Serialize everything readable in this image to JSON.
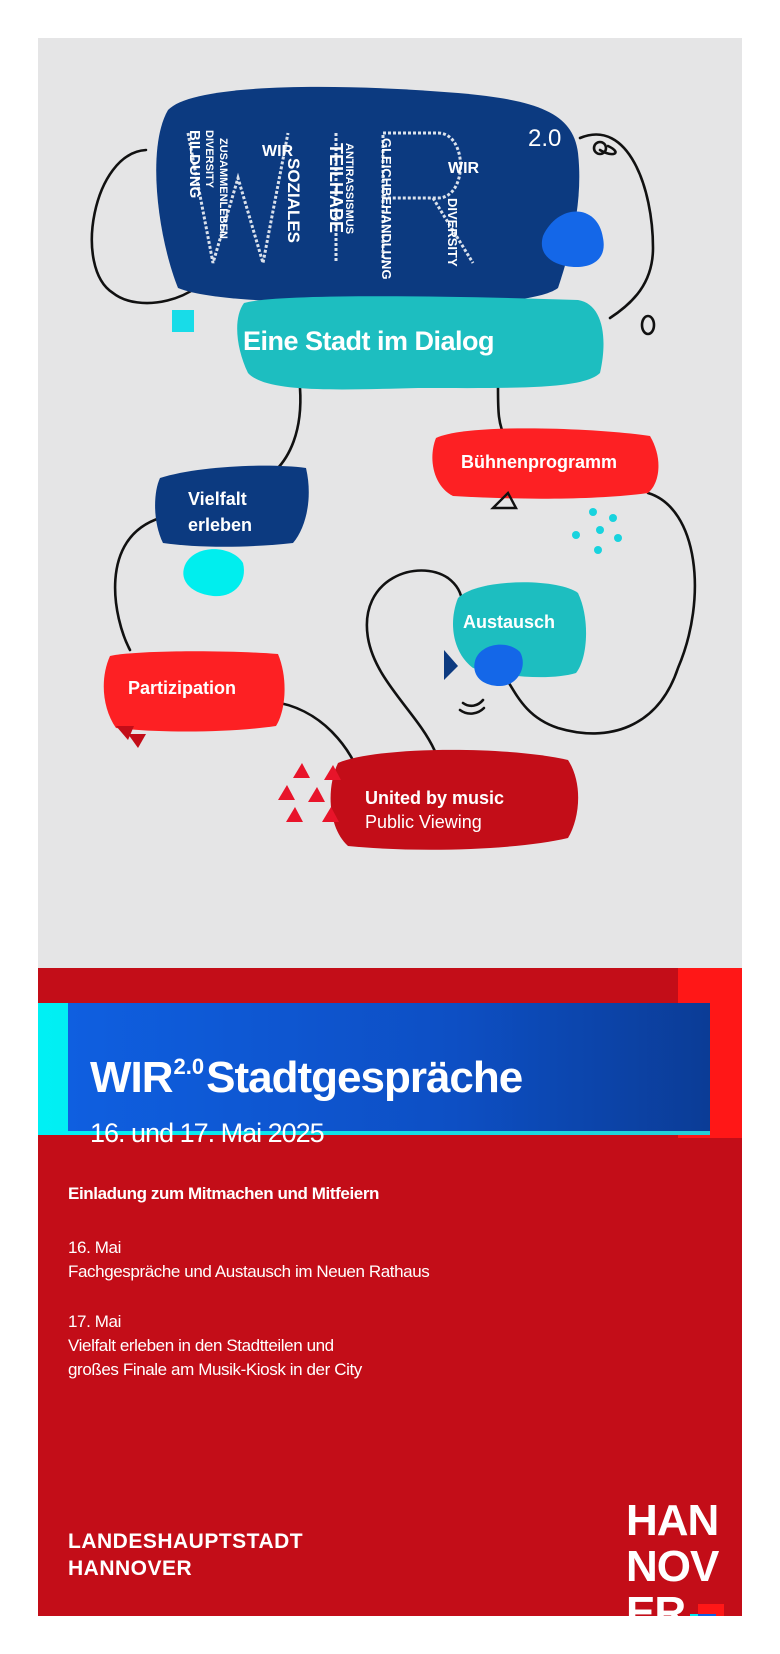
{
  "logo": {
    "main": "WIR",
    "version": "2.0"
  },
  "cloud_words": {
    "left_col1": "BILDUNG",
    "left_col2": "DIVERSITY",
    "left_col3": "ZUSAMMENLEBEN",
    "left_col4": "WIR",
    "left_col5": "SOZIALES",
    "middle_col1": "TEILHABE",
    "middle_col2": "ANTIRASSISMUS",
    "right_col1": "GLEICHBEHANDLUNG",
    "right_col2": "WIR",
    "right_col3": "DIVERSITY"
  },
  "bubbles": {
    "dialog": "Eine Stadt im Dialog",
    "stage": "Bühnenprogramm",
    "diversity_l1": "Vielfalt",
    "diversity_l2": "erleben",
    "exchange": "Austausch",
    "participation": "Partizipation",
    "music_l1": "United by music",
    "music_l2": "Public Viewing"
  },
  "banner": {
    "title_main": "WIR",
    "title_sup": "2.0",
    "title_rest": "Stadtgespräche",
    "dates": "16. und 17. Mai 2025"
  },
  "body": {
    "invitation": "Einladung zum Mitmachen und Mitfeiern",
    "day1_date": "16. Mai",
    "day1_text": "Fachgespräche und Austausch im Neuen Rathaus",
    "day2_date": "17. Mai",
    "day2_line1": "Vielfalt erleben in den Stadtteilen und",
    "day2_line2": "großes Finale am Musik-Kiosk in der City"
  },
  "footer": {
    "brand_line1": "LANDESHAUPTSTADT",
    "brand_line2": "HANNOVER",
    "logo_row1": "HAN",
    "logo_row2": "NOV",
    "logo_row3": "ER"
  },
  "colors": {
    "page_bg": "#e5e5e6",
    "navy": "#0c3a80",
    "teal": "#1dbec0",
    "red": "#fd2023",
    "dark_red": "#c30d18",
    "cyan": "#00f0f4",
    "blue": "#0f5fe0"
  }
}
